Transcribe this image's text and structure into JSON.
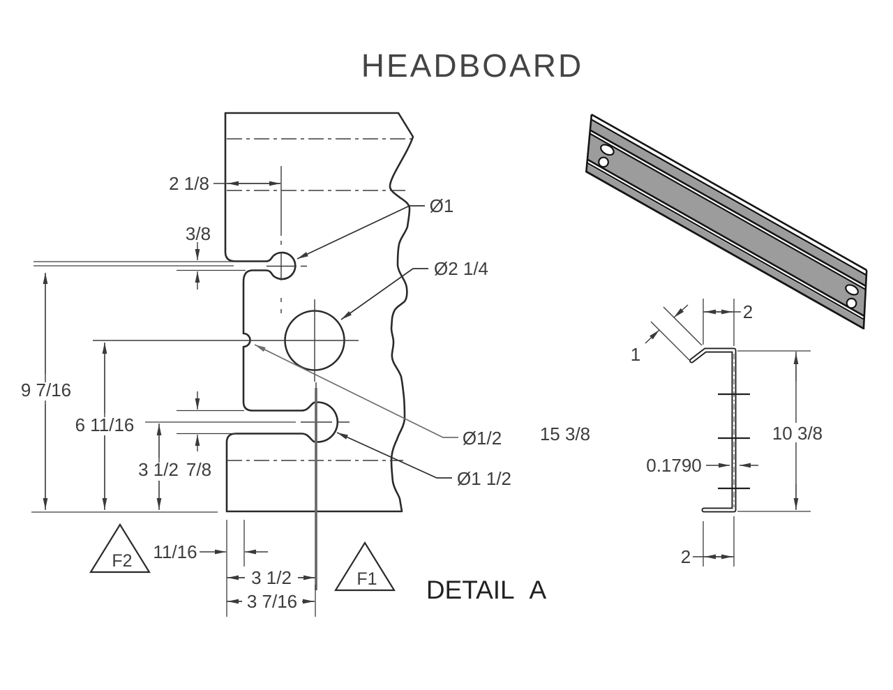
{
  "title": "HEADBOARD",
  "main_view": {
    "dims": {
      "offset_top": "2 1/8",
      "slot_upper": "3/8",
      "overall_height": "9 7/16",
      "mid_height": "6 11/16",
      "lower_height": "3 1/2",
      "slot_lower": "7/8",
      "edge_offset": "11/16",
      "width_center": "3 1/2",
      "width_overall": "3 7/16"
    },
    "callouts": {
      "hole_top": "Ø1",
      "hole_large": "Ø2 1/4",
      "notch": "Ø1/2",
      "hole_bottom": "Ø1 1/2"
    },
    "flags": {
      "f2": "F2",
      "f1": "F1"
    }
  },
  "between": {
    "length": "15 3/8"
  },
  "detail_view": {
    "title": "DETAIL A",
    "dims": {
      "flange_top": "2",
      "hook": "1",
      "height": "10 3/8",
      "thickness": "0.1790",
      "flange_bottom": "2"
    }
  },
  "colors": {
    "outline": "#2a2a2a",
    "dimension": "#3a3a3a",
    "grey_leader": "#6e6e6e",
    "thick_centerline": "#666666",
    "rail_fill": "#9c9c9c"
  }
}
